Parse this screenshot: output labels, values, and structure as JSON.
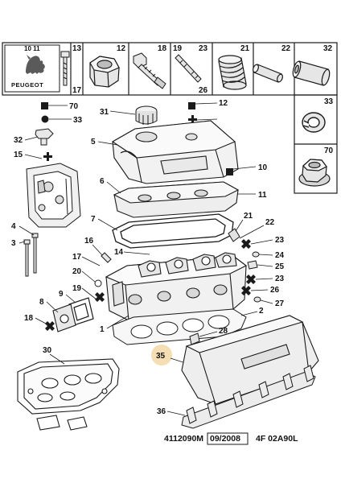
{
  "header_strip": {
    "brand": "PEUGEOT",
    "logo_lettering": "10 11",
    "cells": [
      {
        "top": "13",
        "bottom": "17",
        "icon": "socket-head-cap-screw-icon"
      },
      {
        "top": "12",
        "bottom": "",
        "icon": "hex-nut-icon"
      },
      {
        "top": "18",
        "bottom": "",
        "icon": "hex-flange-bolt-icon"
      },
      {
        "top": "19",
        "top2": "23",
        "bottom": "26",
        "icon": "stud-bolt-icon"
      },
      {
        "top": "21",
        "bottom": "",
        "icon": "threaded-insert-icon"
      },
      {
        "top": "22",
        "bottom": "",
        "icon": "dowel-pin-icon"
      },
      {
        "top": "32",
        "bottom": "",
        "icon": "bushing-icon"
      }
    ]
  },
  "side_cells": [
    {
      "label": "33",
      "icon": "spring-washer-icon"
    },
    {
      "label": "70",
      "icon": "flange-nut-icon"
    }
  ],
  "callouts": {
    "c1": "1",
    "c2": "2",
    "c3": "3",
    "c4": "4",
    "c5": "5",
    "c6": "6",
    "c7": "7",
    "c8": "8",
    "c9": "9",
    "c10": "10",
    "c11": "11",
    "c12": "12",
    "c14": "14",
    "c15": "15",
    "c16": "16",
    "c17": "17",
    "c18": "18",
    "c19": "19",
    "c20": "20",
    "c21": "21",
    "c22": "22",
    "c23a": "23",
    "c23b": "23",
    "c24": "24",
    "c25": "25",
    "c26": "26",
    "c27": "27",
    "c28": "28",
    "c30": "30",
    "c31": "31",
    "c32": "32",
    "c33": "33",
    "c35": "35",
    "c36": "36",
    "c70": "70"
  },
  "footer": {
    "part_ref": "4112090M",
    "date": "09/2008",
    "code": "4F 02A90L"
  },
  "colors": {
    "line": "#1a1a1a",
    "highlight": "#f5deb3"
  }
}
